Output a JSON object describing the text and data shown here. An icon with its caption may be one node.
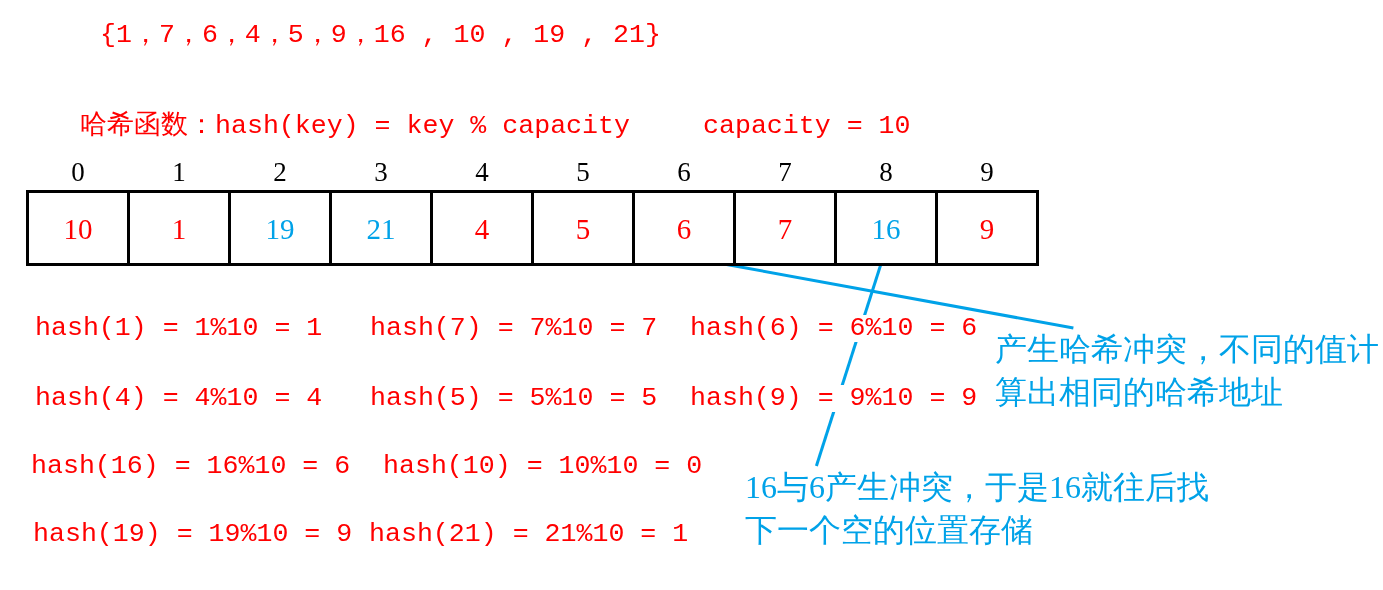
{
  "diagram": {
    "nodes": [
      {
        "text": [
          "10"
        ],
        "beside": [
          "0"
        ]
      },
      {
        "text": [
          "1"
        ],
        "beside": [
          "1"
        ]
      },
      {
        "text": [
          "19"
        ],
        "beside": [
          "2"
        ]
      },
      {
        "text": [
          "21"
        ],
        "beside": [
          "3"
        ]
      },
      {
        "text": [
          "4"
        ],
        "beside": [
          "4"
        ]
      },
      {
        "text": [
          "5"
        ],
        "beside": [
          "5"
        ]
      },
      {
        "text": [
          "6"
        ],
        "beside": [
          "6"
        ]
      },
      {
        "text": [
          "7"
        ],
        "beside": [
          "7"
        ]
      },
      {
        "text": [
          "16"
        ],
        "beside": [
          "8"
        ]
      },
      {
        "text": [
          "9"
        ],
        "beside": [
          "9"
        ]
      },
      {
        "text": [
          "产生哈希冲突，不同的值计算出相同的哈希地址"
        ]
      },
      {
        "text": [
          "16与6产生冲突，于是16就往后找下一个空的位置存储"
        ]
      }
    ],
    "edges": [
      {
        "from": 10,
        "to": 6,
        "arrow": "none"
      },
      {
        "from": 11,
        "to": 8,
        "arrow": "none"
      }
    ],
    "labels": [
      "{1，7，6，4，5，9，16 , 10 , 19 , 21}",
      "哈希函数：hash(key) = key % capacity",
      "capacity = 10",
      "hash(1) = 1%10 = 1",
      "hash(7) = 7%10 = 7",
      "hash(6) = 6%10 = 6",
      "hash(4) = 4%10 = 4",
      "hash(5) = 5%10 = 5",
      "hash(9) = 9%10 = 9",
      "hash(16) = 16%10 = 6",
      "hash(10) = 10%10 = 0",
      "hash(19) = 19%10 = 9",
      "hash(21) = 21%10 = 1"
    ]
  }
}
